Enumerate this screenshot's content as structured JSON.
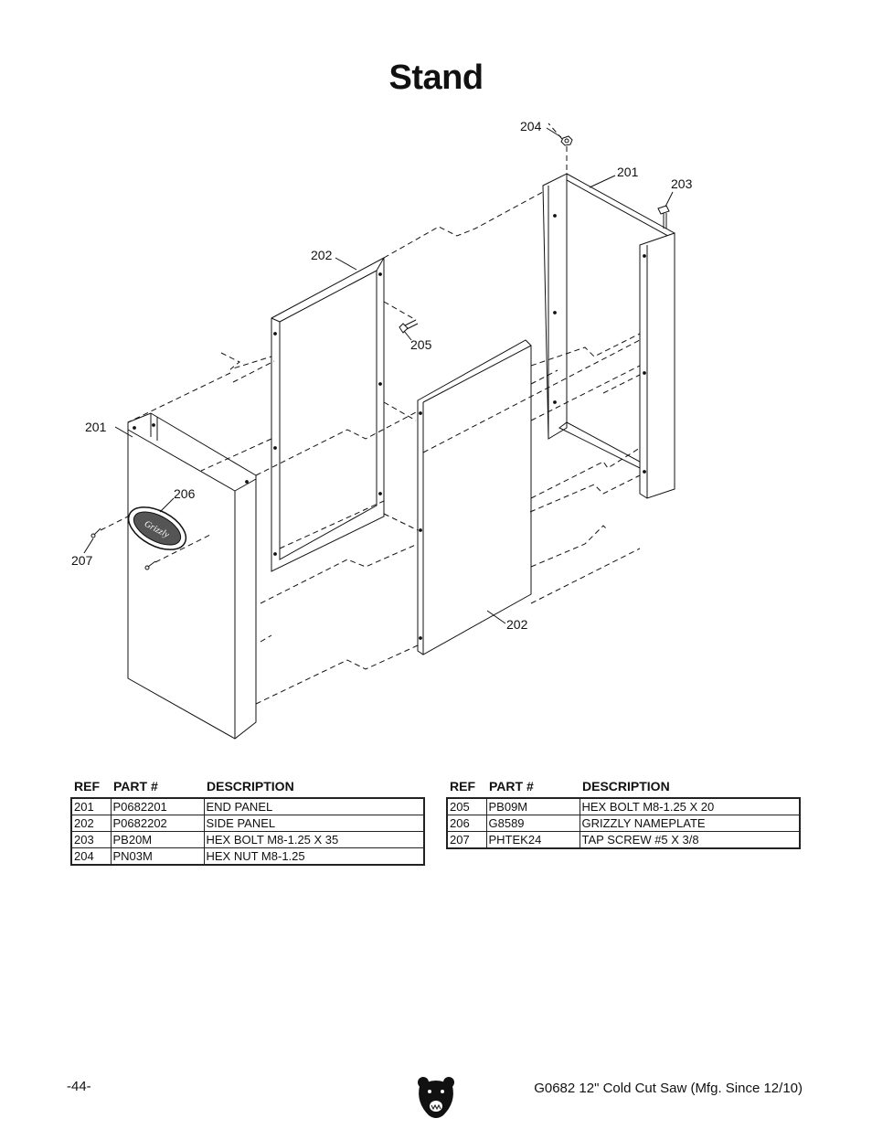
{
  "page": {
    "title": "Stand",
    "page_number": "-44-",
    "manual_title": "G0682 12\" Cold Cut Saw (Mfg. Since 12/10)"
  },
  "diagram": {
    "callouts": [
      "204",
      "201",
      "203",
      "202",
      "205",
      "201",
      "206",
      "207",
      "202"
    ],
    "nameplate_text": "Grizzly"
  },
  "parts_table": {
    "headers": {
      "ref": "REF",
      "part": "PART #",
      "description": "DESCRIPTION"
    },
    "left": [
      {
        "ref": "201",
        "part": "P0682201",
        "description": "END PANEL"
      },
      {
        "ref": "202",
        "part": "P0682202",
        "description": "SIDE PANEL"
      },
      {
        "ref": "203",
        "part": "PB20M",
        "description": "HEX BOLT M8-1.25 X 35"
      },
      {
        "ref": "204",
        "part": "PN03M",
        "description": "HEX NUT M8-1.25"
      }
    ],
    "right": [
      {
        "ref": "205",
        "part": "PB09M",
        "description": "HEX BOLT M8-1.25 X 20"
      },
      {
        "ref": "206",
        "part": "G8589",
        "description": "GRIZZLY NAMEPLATE"
      },
      {
        "ref": "207",
        "part": "PHTEK24",
        "description": "TAP SCREW #5 X 3/8"
      }
    ]
  },
  "logo": {
    "icon": "grizzly-bear-logo-icon"
  }
}
